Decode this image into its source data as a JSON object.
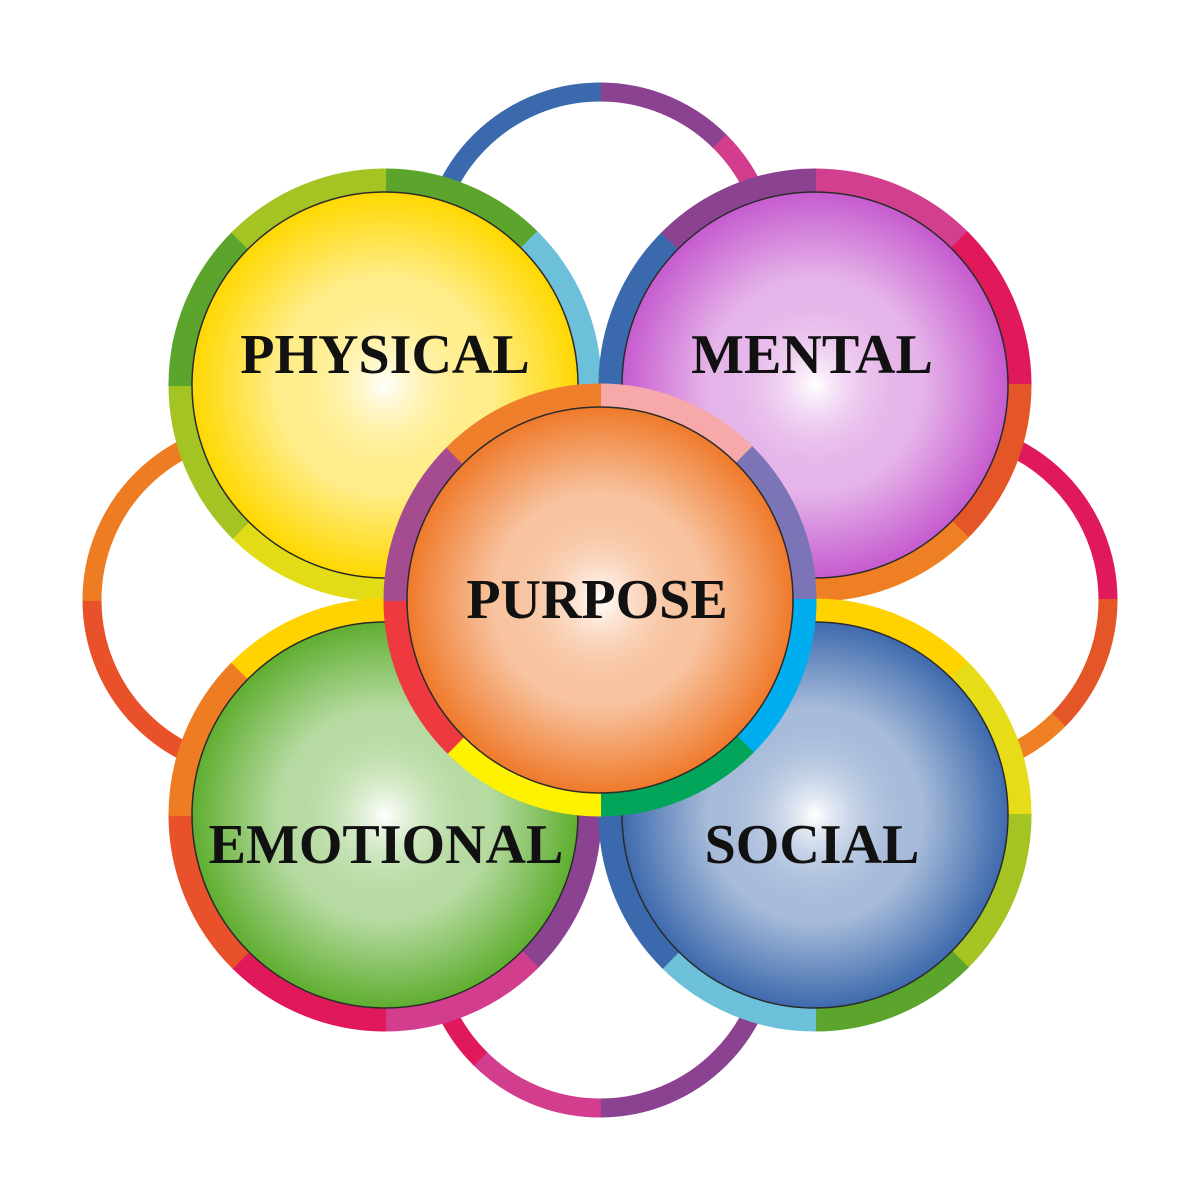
{
  "title_center": "PURPOSE",
  "circles": {
    "physical": {
      "label": "PHYSICAL",
      "fill": "#ffd800",
      "segments": [
        "#5ba52c",
        "#6cc0d9",
        "#6cc0d9",
        "#e2dc16",
        "#e2dc16",
        "#a4c423",
        "#5ba52c",
        "#a4c423"
      ]
    },
    "mental": {
      "label": "MENTAL",
      "fill": "#c65bcf",
      "segments": [
        "#d23f8e",
        "#e0195b",
        "#e45527",
        "#ee7f22",
        "#ee7f22",
        "#3a6aad",
        "#3a6aad",
        "#8b4291"
      ]
    },
    "emotional": {
      "label": "EMOTIONAL",
      "fill": "#5fae30",
      "segments": [
        "#ffd200",
        "#ffd200",
        "#8b4291",
        "#d33d8e",
        "#e0195b",
        "#e8512a",
        "#ee7c22",
        "#ffd200"
      ]
    },
    "social": {
      "label": "SOCIAL",
      "fill": "#3e6aad",
      "segments": [
        "#ffd200",
        "#e6dc18",
        "#a4c423",
        "#5ba52c",
        "#6cc0d9",
        "#3a6aad",
        "#3a6aad",
        "#ee7f22"
      ]
    },
    "purpose": {
      "label": "PURPOSE",
      "fill": "#ef7a2b",
      "segments": [
        "#f6a9a8",
        "#7b74b6",
        "#00aeef",
        "#00a55a",
        "#fff200",
        "#ee3a3f",
        "#a54b8f",
        "#f07f2c"
      ]
    }
  },
  "rings": {
    "top": [
      "#8b4291",
      "#d33d8e",
      "#d33d8e",
      "#8b4291",
      "#6cc0d9",
      "#6cc0d9",
      "#3a6aad",
      "#3a6aad"
    ],
    "right": [
      "#e0195b",
      "#e0195b",
      "#e45527",
      "#ee7f22",
      "#e45527",
      "#e45527",
      "#e0195b",
      "#e0195b"
    ],
    "bottom": [
      "#d33d8e",
      "#8b4291",
      "#8b4291",
      "#8b4291",
      "#d33d8e",
      "#e0195b",
      "#d33d8e",
      "#d33d8e"
    ],
    "left": [
      "#ffd200",
      "#ffd200",
      "#e0195b",
      "#e0195b",
      "#e8512a",
      "#e8512a",
      "#ee7c22",
      "#ee7c22"
    ]
  }
}
